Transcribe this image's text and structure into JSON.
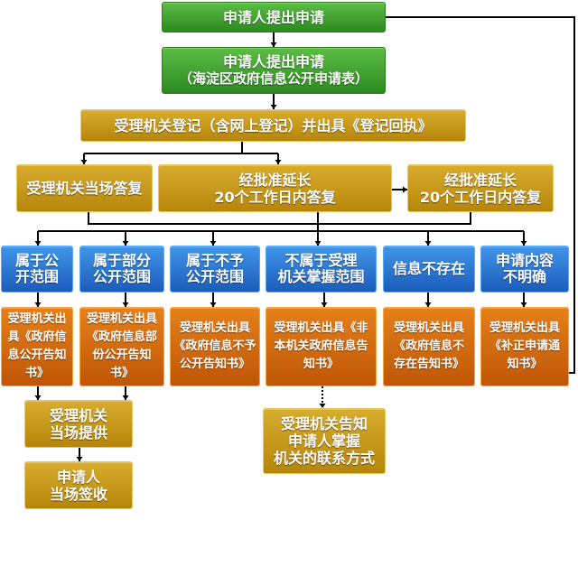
{
  "diagram": {
    "nodes": {
      "apply": {
        "lines": [
          "申请人提出申请"
        ]
      },
      "apply_form": {
        "lines": [
          "申请人提出申请",
          "（海淀区政府信息公开申请表）"
        ]
      },
      "register": {
        "lines": [
          "受理机关登记（含网上登记）并出具《登记回执》"
        ]
      },
      "reply_on_spot": {
        "lines": [
          "受理机关当场答复"
        ]
      },
      "extend_a": {
        "lines": [
          "经批准延长",
          "20个工作日内答复"
        ]
      },
      "extend_b": {
        "lines": [
          "经批准延长",
          "20个工作日内答复"
        ]
      },
      "categories": [
        {
          "lines": [
            "属于公",
            "开范围"
          ]
        },
        {
          "lines": [
            "属于部分",
            "公开范围"
          ]
        },
        {
          "lines": [
            "属于不予",
            "公开范围"
          ]
        },
        {
          "lines": [
            "不属于受理",
            "机关掌握范围"
          ]
        },
        {
          "lines": [
            "信息不存在"
          ]
        },
        {
          "lines": [
            "申请内容",
            "不明确"
          ]
        }
      ],
      "notices": [
        {
          "lines": [
            "受理机关出",
            "具《政府信",
            "息公开告知",
            "书》"
          ]
        },
        {
          "lines": [
            "受理机关出具",
            "《政府信息部",
            "份公开告知",
            "书》"
          ]
        },
        {
          "lines": [
            "受理机关出具",
            "《政府信息不予",
            "公开告知书》"
          ]
        },
        {
          "lines": [
            "受理机关出具《非",
            "本机关政府信息告",
            "知书》"
          ]
        },
        {
          "lines": [
            "受理机关出具",
            "《政府信息不",
            "存在告知书》"
          ]
        },
        {
          "lines": [
            "受理机关出具",
            "《补正申请通",
            "知书》"
          ]
        }
      ],
      "provide_on_spot": {
        "lines": [
          "受理机关",
          "当场提供"
        ]
      },
      "sign_on_spot": {
        "lines": [
          "申请人",
          "当场签收"
        ]
      },
      "inform_contact": {
        "lines": [
          "受理机关告知",
          "申请人掌握",
          "机关的联系方式"
        ]
      }
    },
    "edges": [
      {
        "from": "apply",
        "to": "apply_form",
        "style": "solid"
      },
      {
        "from": "apply_form",
        "to": "register",
        "style": "solid"
      },
      {
        "from": "register",
        "to": "reply_on_spot",
        "style": "solid"
      },
      {
        "from": "register",
        "to": "extend_a",
        "style": "solid"
      },
      {
        "from": "extend_a",
        "to": "extend_b",
        "style": "solid"
      },
      {
        "from": "reply_on_spot",
        "to": "categories",
        "style": "solid"
      },
      {
        "from": "extend_a",
        "to": "categories",
        "style": "solid"
      },
      {
        "from": "extend_b",
        "to": "categories",
        "style": "solid"
      },
      {
        "from": "categories.0",
        "to": "notices.0",
        "style": "solid"
      },
      {
        "from": "categories.1",
        "to": "notices.1",
        "style": "solid"
      },
      {
        "from": "categories.2",
        "to": "notices.2",
        "style": "solid"
      },
      {
        "from": "categories.3",
        "to": "notices.3",
        "style": "solid"
      },
      {
        "from": "categories.4",
        "to": "notices.4",
        "style": "solid"
      },
      {
        "from": "categories.5",
        "to": "notices.5",
        "style": "solid"
      },
      {
        "from": "notices.0",
        "to": "provide_on_spot",
        "style": "solid"
      },
      {
        "from": "notices.1",
        "to": "provide_on_spot",
        "style": "solid"
      },
      {
        "from": "provide_on_spot",
        "to": "sign_on_spot",
        "style": "solid"
      },
      {
        "from": "notices.3",
        "to": "inform_contact",
        "style": "dotted"
      },
      {
        "from": "notices.5",
        "to": "apply",
        "style": "solid-loop"
      }
    ]
  },
  "colors": {
    "green": {
      "top": "#5cbd45",
      "bottom": "#2c8a20",
      "border": "#2b7d1d"
    },
    "gold": {
      "top": "#d8ac2e",
      "bottom": "#b6860a",
      "border": "#e8c75a"
    },
    "blue": {
      "top": "#4196e8",
      "bottom": "#1b5cbc",
      "border": "#5aa8f2"
    },
    "orange": {
      "top": "#e5801a",
      "bottom": "#c05606",
      "border": "#f3a548"
    },
    "connector": "#000000",
    "text": "#ffffff"
  }
}
